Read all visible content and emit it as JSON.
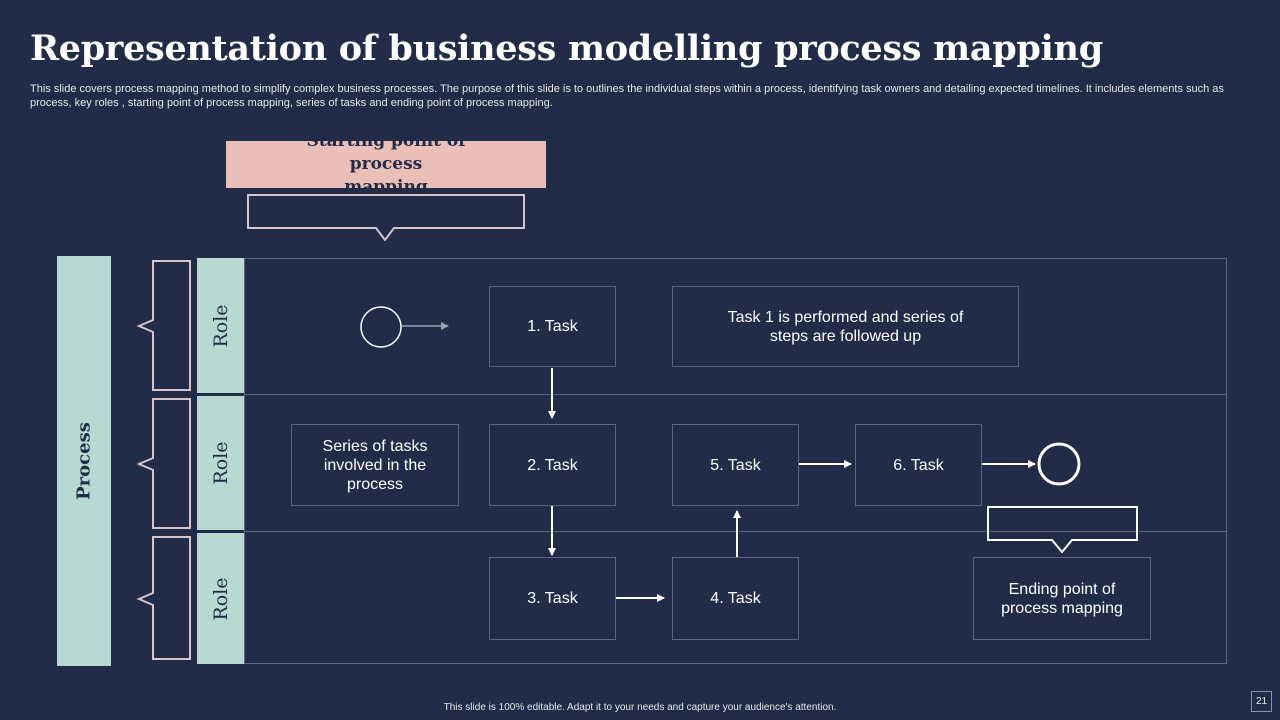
{
  "slide": {
    "title": "Representation of business modelling process mapping",
    "subtitle": "This slide covers process mapping method to simplify complex business processes. The purpose of this slide is to outlines the individual steps within a process, identifying task owners and detailing expected timelines. It includes elements such as process, key roles , starting point of process mapping, series of tasks and ending point of process mapping.",
    "footer": "This slide is 100% editable.  Adapt it to your needs and capture your audience's attention.",
    "page_number": "21"
  },
  "diagram": {
    "starting_point": "Starting point of process mapping",
    "process_label": "Process",
    "roles": [
      "Role",
      "Role",
      "Role"
    ],
    "tasks": {
      "task1": "1. Task",
      "task2": "2. Task",
      "task3": "3. Task",
      "task4": "4. Task",
      "task5": "5. Task",
      "task6": "6. Task"
    },
    "notes": {
      "task1_note": "Task 1 is performed and series of steps are followed up",
      "series_note": "Series of tasks involved in the process",
      "ending_point": "Ending point of process mapping"
    }
  },
  "colors": {
    "background": "#222b47",
    "accent_teal": "#b8d9d2",
    "accent_pink": "#eabfb7",
    "border": "#5a6487"
  }
}
